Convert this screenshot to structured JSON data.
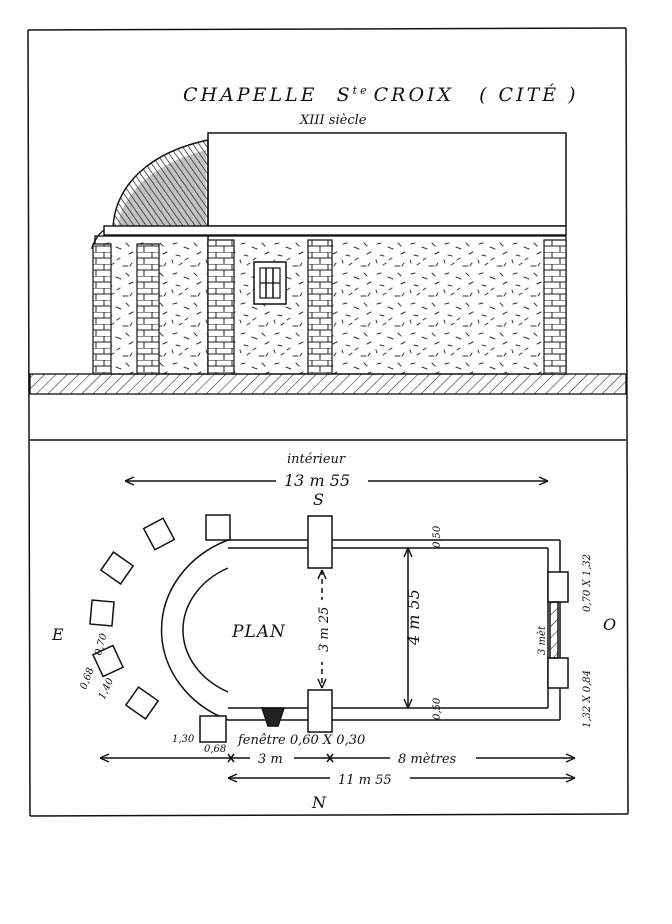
{
  "elevation": {
    "title": "CHAPELLE S^te CROIX (CITÉ)",
    "title_main": "CHAPELLE",
    "title_saint": "S",
    "title_saint_sup": "te",
    "title_name": "CROIX",
    "title_cite": "( CITÉ )",
    "century": "XIII siècle"
  },
  "plan": {
    "label": "PLAN",
    "interior_caption": "intérieur",
    "interior_length": "13 m 55",
    "south": "S",
    "north": "N",
    "east": "E",
    "west": "O",
    "width_label": "4 m 55",
    "crossing_label": "3 m 25",
    "buttress_top": "0,50",
    "buttress_bottom": "0,50",
    "door_label": "3 mèt",
    "door_dims_top": "0,70 X 1,32",
    "door_dims_bottom": "1,32 X 0,84",
    "apse_dim_1": "0,70",
    "apse_dim_2": "0,68",
    "apse_dim_3": "1,40",
    "apse_dim_4": "1,30",
    "apse_dim_5": "0,68",
    "window_label": "fenêtre 0,60 X 0,30",
    "dim_3m": "3 m",
    "dim_8m": "8 mètres",
    "dim_total": "11 m 55"
  }
}
